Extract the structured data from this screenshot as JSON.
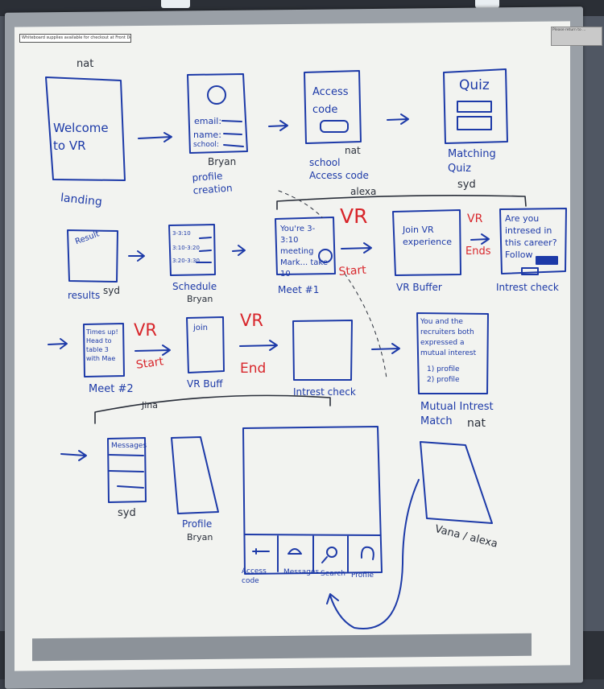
{
  "board": {
    "printed_label": "Whiteboard supplies available for checkout at Front Desk.",
    "corner_sticker": "Please return to ..."
  },
  "row1": {
    "landing": {
      "owner": "nat",
      "screen_text": "Welcome to VR",
      "caption": "landing"
    },
    "profile": {
      "fields": [
        "email:",
        "name:",
        "school:"
      ],
      "owner": "Bryan",
      "caption": "profile creation"
    },
    "access": {
      "screen_text": "Access code",
      "owner": "nat",
      "caption": "school Access code"
    },
    "quiz": {
      "screen_text": "Quiz",
      "caption": "Matching Quiz",
      "owner": "syd"
    }
  },
  "group_label_alexa": "alexa",
  "row2": {
    "results": {
      "screen_text": "Result",
      "caption": "results",
      "owner": "syd"
    },
    "schedule": {
      "times": [
        "3-3:10",
        "3:10-3:20",
        "3:20-3:30"
      ],
      "caption": "Schedule",
      "owner": "Bryan"
    },
    "meet1": {
      "screen_text": "You're 3-3:10 meeting Mark... take 10",
      "caption": "Meet #1"
    },
    "vr_start": {
      "top": "VR",
      "bottom": "Start"
    },
    "buffer": {
      "screen_text": "Join VR experience",
      "caption": "VR Buffer"
    },
    "vr_end": {
      "top": "VR",
      "bottom": "Ends"
    },
    "interest": {
      "screen_text": "Are you intresed in this career? Follow",
      "caption": "Intrest check"
    }
  },
  "row3": {
    "meet2": {
      "screen_text": "Times up! Head to table 3 with Mae",
      "caption": "Meet #2"
    },
    "vr_start": {
      "top": "VR",
      "bottom": "Start"
    },
    "vr_buffer": {
      "screen_text": "join",
      "caption": "VR Buff"
    },
    "vr_end": {
      "top": "VR",
      "bottom": "End"
    },
    "interest": {
      "caption": "Intrest check"
    },
    "mutual": {
      "screen_text": "You and the recruiters both expressed a mutual interest",
      "list": [
        "1) profile",
        "2) profile"
      ],
      "caption": "Mutual Intrest Match",
      "owner": "nat"
    },
    "group_label": "Jina"
  },
  "row4": {
    "messages": {
      "screen_text": "Messages",
      "caption": "syd"
    },
    "profile": {
      "caption": "Profile",
      "owner": "Bryan"
    },
    "tabs": [
      "Access code",
      "Messages",
      "Search",
      "Profile"
    ],
    "side_owner": "Vana / alexa"
  }
}
